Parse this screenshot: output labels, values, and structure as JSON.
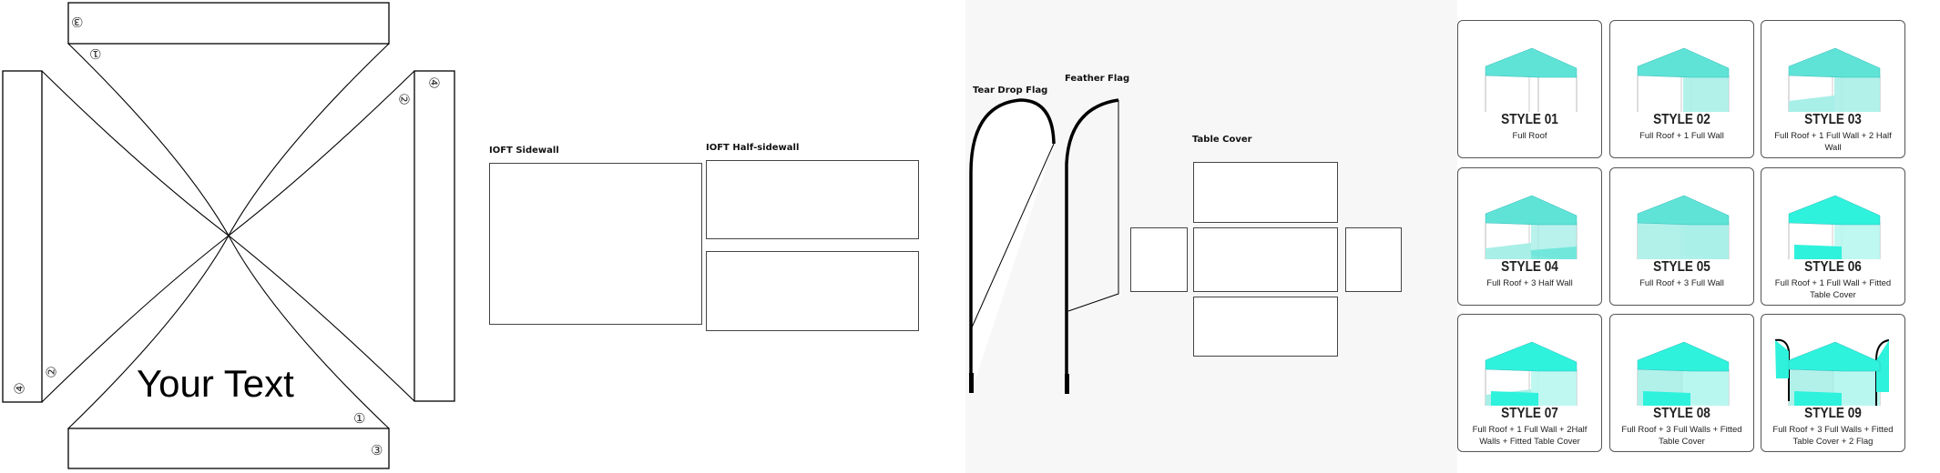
{
  "canopy_template": {
    "your_text": "Your Text",
    "markers": [
      "③",
      "①",
      "④",
      "②",
      "②",
      "④",
      "①",
      "③"
    ]
  },
  "sidewalls": {
    "full_label": "IOFT Sidewall",
    "half_label": "IOFT Half-sidewall"
  },
  "flags": {
    "teardrop_label": "Tear Drop Flag",
    "feather_label": "Feather Flag"
  },
  "table_cover": {
    "label": "Table Cover"
  },
  "styles": [
    {
      "title": "STYLE 01",
      "desc": "Full Roof"
    },
    {
      "title": "STYLE 02",
      "desc": "Full Roof + 1 Full Wall"
    },
    {
      "title": "STYLE 03",
      "desc": "Full Roof + 1 Full Wall + 2 Half  Wall"
    },
    {
      "title": "STYLE 04",
      "desc": "Full Roof + 3 Half Wall"
    },
    {
      "title": "STYLE 05",
      "desc": "Full Roof + 3 Full Wall"
    },
    {
      "title": "STYLE 06",
      "desc": "Full Roof + 1 Full Wall + Fitted Table Cover"
    },
    {
      "title": "STYLE 07",
      "desc": "Full Roof + 1 Full Wall + 2Half  Walls + Fitted Table Cover"
    },
    {
      "title": "STYLE 08",
      "desc": "Full Roof + 3 Full Walls + Fitted Table Cover"
    },
    {
      "title": "STYLE 09",
      "desc": "Full Roof + 3 Full Walls + Fitted Table Cover + 2 Flag"
    }
  ],
  "colors": {
    "teal": "#5fe3d6",
    "teal_light": "#a8efe8",
    "teal_bright": "#2ef2dc"
  }
}
